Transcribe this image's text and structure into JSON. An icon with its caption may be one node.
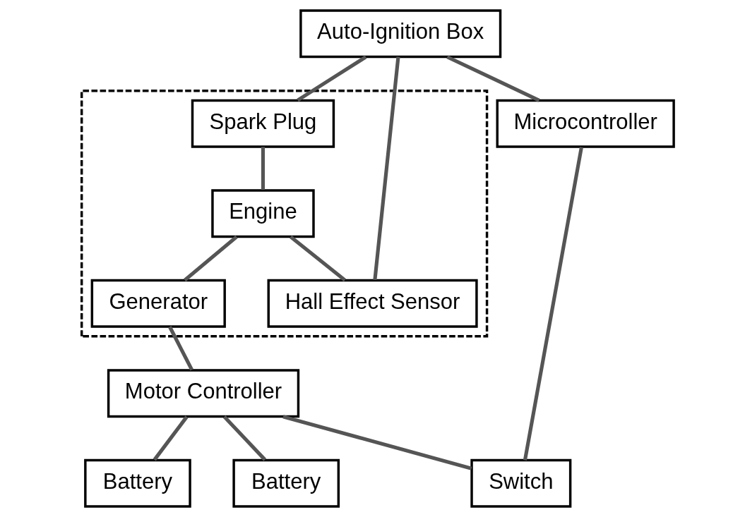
{
  "diagram": {
    "nodes": [
      {
        "text": [],
        "shape": "box"
      },
      {
        "text": [
          "Spark Plug"
        ],
        "in": 0
      },
      {
        "text": [
          "Hall Effect Sensor"
        ],
        "in": 0
      },
      {
        "text": [
          "Engine"
        ],
        "in": 0
      },
      {
        "text": [
          "Generator"
        ],
        "in": 0
      },
      {
        "text": [
          "Auto-Ignition Box"
        ]
      },
      {
        "text": [
          "Microcontroller"
        ]
      },
      {
        "text": [
          "Motor Controller"
        ]
      },
      {
        "text": [
          "Switch"
        ]
      },
      {
        "text": [
          "Battery"
        ]
      },
      {
        "text": [
          "Battery"
        ]
      }
    ],
    "edges": [
      {
        "from": 5,
        "to": 1,
        "arrow": "none"
      },
      {
        "from": 5,
        "to": 2,
        "arrow": "none"
      },
      {
        "from": 1,
        "to": 3,
        "arrow": "none"
      },
      {
        "from": 3,
        "to": 2,
        "arrow": "none"
      },
      {
        "from": 3,
        "to": 4,
        "arrow": "none"
      },
      {
        "from": 4,
        "to": 7,
        "arrow": "none"
      },
      {
        "from": 5,
        "to": 6,
        "arrow": "none"
      },
      {
        "from": 6,
        "to": 8,
        "arrow": "none"
      },
      {
        "from": 7,
        "to": 8,
        "arrow": "none"
      },
      {
        "from": 7,
        "to": 9,
        "arrow": "none"
      },
      {
        "from": 7,
        "to": 10,
        "arrow": "none"
      }
    ]
  }
}
